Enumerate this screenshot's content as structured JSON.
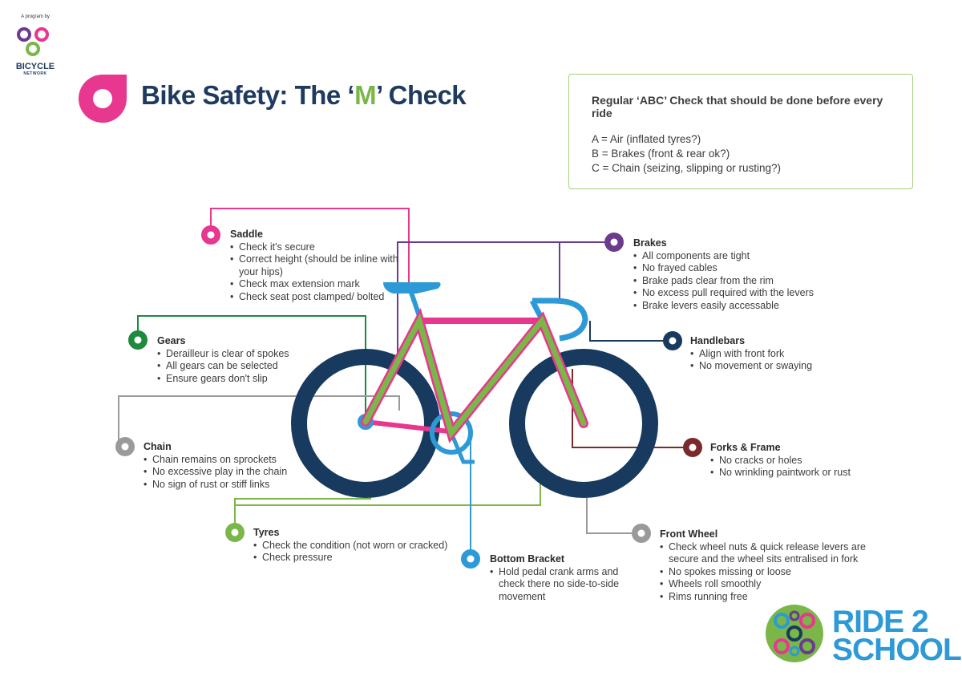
{
  "branding": {
    "program_by": "A program by",
    "org_name": "BICYCLE",
    "org_sub": "NETWORK",
    "ride2school_line1": "RIDE 2",
    "ride2school_line2": "SCHOOL"
  },
  "title": {
    "prefix": "Bike Safety: The ‘",
    "accent": "M",
    "suffix": "’ Check"
  },
  "abc_box": {
    "heading": "Regular ‘ABC’ Check that should be done before every ride",
    "lines": [
      "A = Air (inflated tyres?)",
      "B = Brakes (front & rear ok?)",
      "C = Chain (seizing, slipping or rusting?)"
    ]
  },
  "colors": {
    "navy": "#183a5e",
    "pink": "#e8378e",
    "green": "#7ab648",
    "blue": "#2d9ad7",
    "purple": "#6a3b8f",
    "dark_green": "#1d8a3d",
    "grey": "#9a9a9a",
    "maroon": "#7a2a2a"
  },
  "callouts": {
    "saddle": {
      "title": "Saddle",
      "items": [
        "Check it's secure",
        "Correct height (should be inline with",
        "your hips)",
        "Check max extension mark",
        "Check seat post clamped/ bolted"
      ]
    },
    "gears": {
      "title": "Gears",
      "items": [
        "Derailleur is clear of spokes",
        "All gears can be selected",
        "Ensure gears don't slip"
      ]
    },
    "chain": {
      "title": "Chain",
      "items": [
        "Chain remains on sprockets",
        "No excessive play in the chain",
        "No sign of rust or stiff links"
      ]
    },
    "tyres": {
      "title": "Tyres",
      "items": [
        "Check the condition (not worn or cracked)",
        "Check pressure"
      ]
    },
    "bottom_bracket": {
      "title": "Bottom Bracket",
      "lines": [
        "Hold pedal crank arms and",
        "check there no side-to-side",
        "movement"
      ]
    },
    "brakes": {
      "title": "Brakes",
      "items": [
        "All components are tight",
        "No frayed cables",
        "Brake pads clear from the rim",
        "No excess pull required with the levers",
        "Brake levers easily accessable"
      ]
    },
    "handlebars": {
      "title": "Handlebars",
      "items": [
        "Align with front fork",
        "No movement or swaying"
      ]
    },
    "forks_frame": {
      "title": "Forks & Frame",
      "items": [
        "No cracks or holes",
        "No wrinkling paintwork or rust"
      ]
    },
    "front_wheel": {
      "title": "Front Wheel",
      "lines": [
        "Check wheel nuts & quick release levers are",
        "secure and the wheel sits entralised in fork",
        "No spokes missing or loose",
        "Wheels roll smoothly",
        "Rims running free"
      ]
    }
  }
}
